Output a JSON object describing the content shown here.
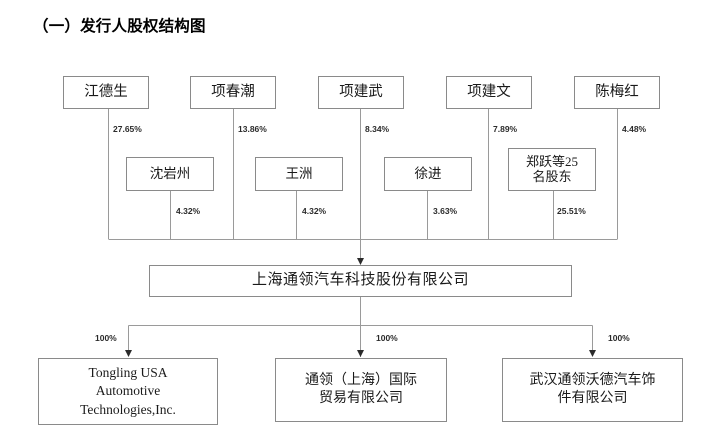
{
  "page": {
    "title": "（一）发行人股权结构图"
  },
  "chart_data": {
    "type": "diagram",
    "title": "（一）发行人股权结构图",
    "issuer": {
      "name": "上海通领汽车科技股份有限公司"
    },
    "shareholders_row1": [
      {
        "name": "江德生",
        "pct": "27.65%"
      },
      {
        "name": "项春潮",
        "pct": "13.86%"
      },
      {
        "name": "项建武",
        "pct": "8.34%"
      },
      {
        "name": "项建文",
        "pct": "7.89%"
      },
      {
        "name": "陈梅红",
        "pct": "4.48%"
      }
    ],
    "shareholders_row2": [
      {
        "name": "沈岩州",
        "pct": "4.32%"
      },
      {
        "name": "王洲",
        "pct": "4.32%"
      },
      {
        "name": "徐进",
        "pct": "3.63%"
      },
      {
        "name": "郑跃等25名股东",
        "name_line1": "郑跃等25",
        "name_line2": "名股东",
        "pct": "25.51%"
      }
    ],
    "subsidiaries": [
      {
        "name": "Tongling USA Automotive Technologies,Inc.",
        "line1": "Tongling USA",
        "line2": "Automotive",
        "line3": "Technologies,Inc.",
        "pct": "100%"
      },
      {
        "name": "通领（上海）国际贸易有限公司",
        "line1": "通领（上海）国际",
        "line2": "贸易有限公司",
        "pct": "100%"
      },
      {
        "name": "武汉通领沃德汽车饰件有限公司",
        "line1": "武汉通领沃德汽车饰",
        "line2": "件有限公司",
        "pct": "100%"
      }
    ],
    "colors": {
      "box_border": "#8a8a8a",
      "line": "#9a9a9a",
      "text": "#1a1a1a",
      "background": "#ffffff"
    }
  }
}
